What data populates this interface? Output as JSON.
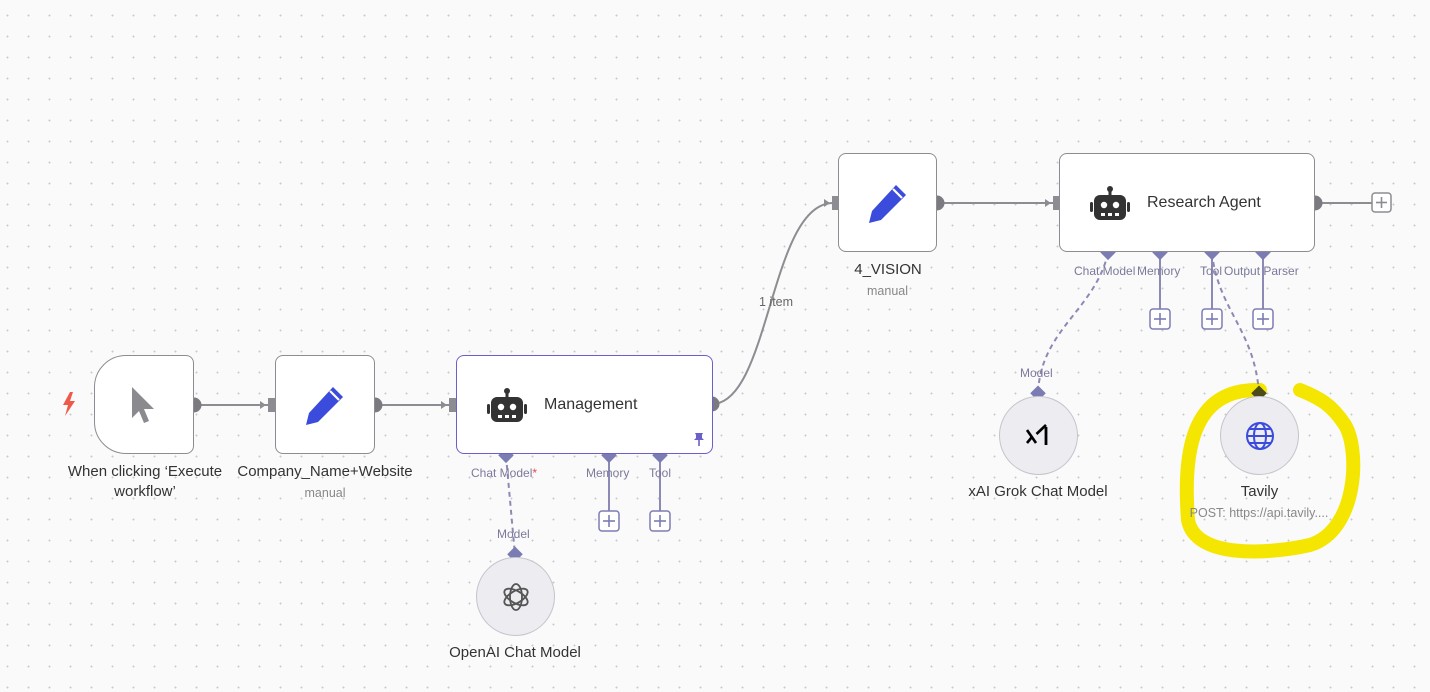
{
  "trigger": {
    "label": "When clicking ‘Execute workflow’"
  },
  "company_node": {
    "label": "Company_Name+Website",
    "sub": "manual"
  },
  "management": {
    "label": "Management",
    "ports": {
      "chat_model": "Chat Model",
      "memory": "Memory",
      "tool": "Tool"
    }
  },
  "connection_items": "1 item",
  "vision_node": {
    "label": "4_VISION",
    "sub": "manual"
  },
  "research_agent": {
    "label": "Research Agent",
    "ports": {
      "chat_model": "Chat Model",
      "memory": "Memory",
      "tool": "Tool",
      "output_parser": "Output Parser"
    }
  },
  "openai_model": {
    "label": "OpenAI Chat Model",
    "port": "Model"
  },
  "xai_model": {
    "label": "xAI Grok Chat Model",
    "port": "Model"
  },
  "tavily": {
    "label": "Tavily",
    "sub": "POST: https://api.tavily...."
  },
  "colors": {
    "accent": "#6b5fc9",
    "pencil": "#3b4bdb",
    "trigger_bolt": "#ee5a4a",
    "highlight": "#f4e600",
    "port": "#7c7cb4"
  }
}
